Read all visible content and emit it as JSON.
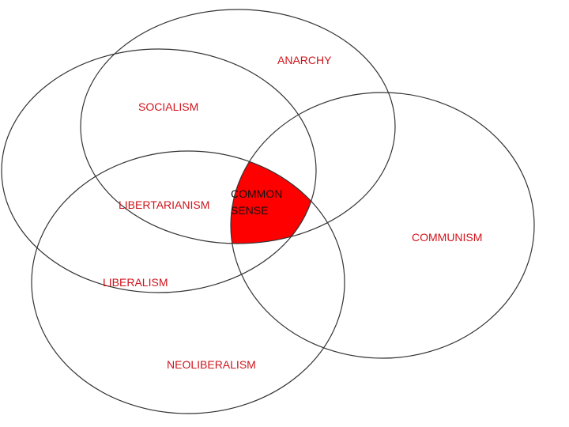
{
  "colors": {
    "label": "#d0141b",
    "center_fill": "#ff0000",
    "center_label": "#111111",
    "stroke": "#333333"
  },
  "labels": {
    "anarchy": "ANARCHY",
    "socialism": "SOCIALISM",
    "communism": "COMMUNISM",
    "libertarianism": "LIBERTARIANISM",
    "liberalism": "LIBERALISM",
    "neoliberalism": "NEOLIBERALISM",
    "common_line1": "COMMON",
    "common_line2": "SENSE"
  }
}
